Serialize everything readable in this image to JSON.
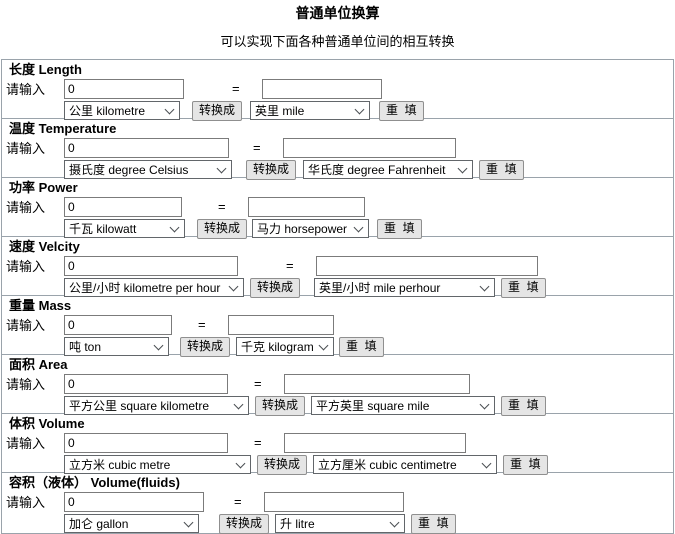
{
  "page": {
    "title": "普通单位换算",
    "subtitle": "可以实现下面各种普通单位间的相互转换"
  },
  "labels": {
    "input_prompt": "请输入",
    "equals": "=",
    "convert": "转换成",
    "reset": "重  填"
  },
  "sections": [
    {
      "title": "长度 Length",
      "from_value": "0",
      "to_value": "",
      "from_unit": "公里 kilometre",
      "to_unit": "英里 mile"
    },
    {
      "title": "温度 Temperature",
      "from_value": "0",
      "to_value": "",
      "from_unit": "摄氏度 degree Celsius",
      "to_unit": "华氏度 degree Fahrenheit"
    },
    {
      "title": "功率 Power",
      "from_value": "0",
      "to_value": "",
      "from_unit": "千瓦 kilowatt",
      "to_unit": "马力 horsepower"
    },
    {
      "title": "速度 Velcity",
      "from_value": "0",
      "to_value": "",
      "from_unit": "公里/小时 kilometre per hour",
      "to_unit": "英里/小时 mile perhour"
    },
    {
      "title": "重量 Mass",
      "from_value": "0",
      "to_value": "",
      "from_unit": "吨 ton",
      "to_unit": "千克 kilogram"
    },
    {
      "title": "面积 Area",
      "from_value": "0",
      "to_value": "",
      "from_unit": "平方公里 square kilometre",
      "to_unit": "平方英里 square mile"
    },
    {
      "title": "体积 Volume",
      "from_value": "0",
      "to_value": "",
      "from_unit": "立方米 cubic metre",
      "to_unit": "立方厘米 cubic centimetre"
    },
    {
      "title": "容积（液体） Volume(fluids)",
      "from_value": "0",
      "to_value": "",
      "from_unit": "加仑 gallon",
      "to_unit": "升 litre"
    }
  ]
}
